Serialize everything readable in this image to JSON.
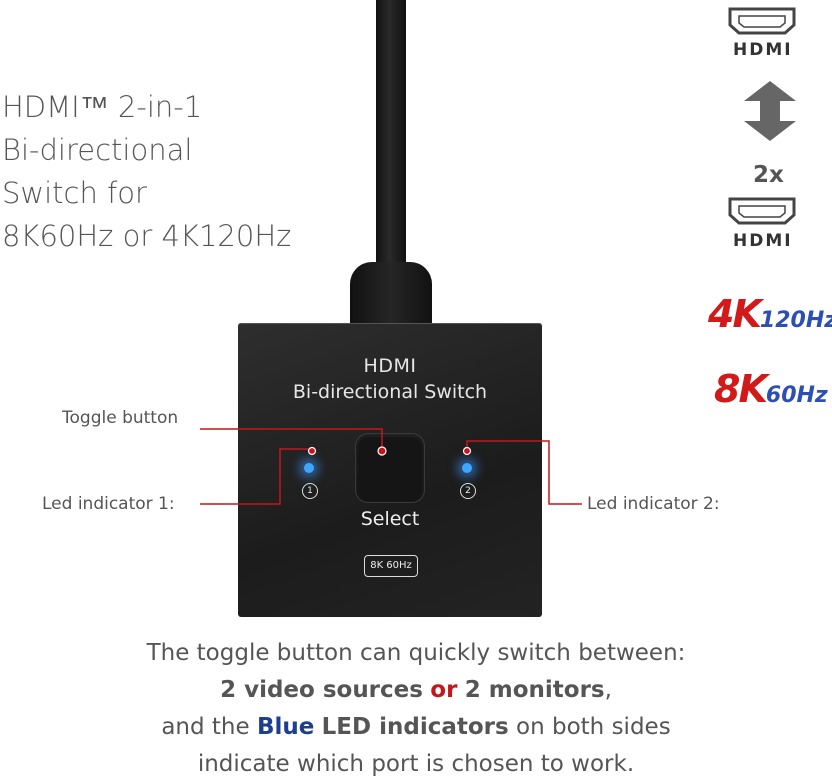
{
  "headline": {
    "lines": [
      "HDMI™ 2-in-1",
      "Bi-directional",
      "Switch  for",
      "8K60Hz or 4K120Hz"
    ]
  },
  "device": {
    "title_line1": "HDMI",
    "title_line2": "Bi-directional Switch",
    "select_label": "Select",
    "badge": "8K 60Hz",
    "port1": "1",
    "port2": "2"
  },
  "callouts": {
    "toggle": "Toggle button",
    "led1": "Led indicator 1:",
    "led2": "Led indicator 2:"
  },
  "side_panel": {
    "hdmi_top": "HDMI",
    "multiplier": "2x",
    "hdmi_bottom": "HDMI",
    "badge_4k": "4K",
    "badge_4k_rate": "120Hz",
    "badge_8k": "8K",
    "badge_8k_rate": "60Hz"
  },
  "description": {
    "line1": "The toggle button can quickly switch between:",
    "line2_a": "2 video sources",
    "line2_or": "or",
    "line2_b": "2 monitors",
    "line2_end": ",",
    "line3_a": "and the",
    "line3_blue": "Blue",
    "line3_bold": "LED indicators",
    "line3_end": "on both sides",
    "line4": "indicate which port is chosen to work."
  },
  "colors": {
    "accent_red": "#c4161c",
    "accent_blue": "#1d3f8f",
    "led_blue": "#3fa6ff"
  }
}
